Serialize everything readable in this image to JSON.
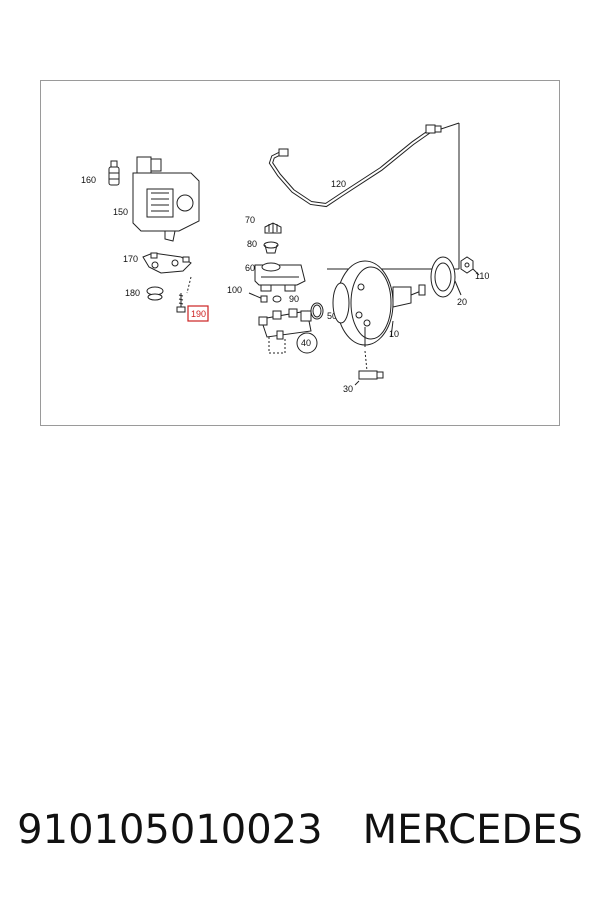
{
  "diagram": {
    "callouts": {
      "c10": "10",
      "c20": "20",
      "c30": "30",
      "c40": "40",
      "c50": "50",
      "c60": "60",
      "c70": "70",
      "c80": "80",
      "c90": "90",
      "c100": "100",
      "c110": "110",
      "c120": "120",
      "c150": "150",
      "c160": "160",
      "c170": "170",
      "c180": "180",
      "c190": "190"
    },
    "highlight_color": "#cc2222",
    "line_color": "#222222"
  },
  "caption": {
    "part_number": "910105010023",
    "brand": "MERCEDES"
  }
}
